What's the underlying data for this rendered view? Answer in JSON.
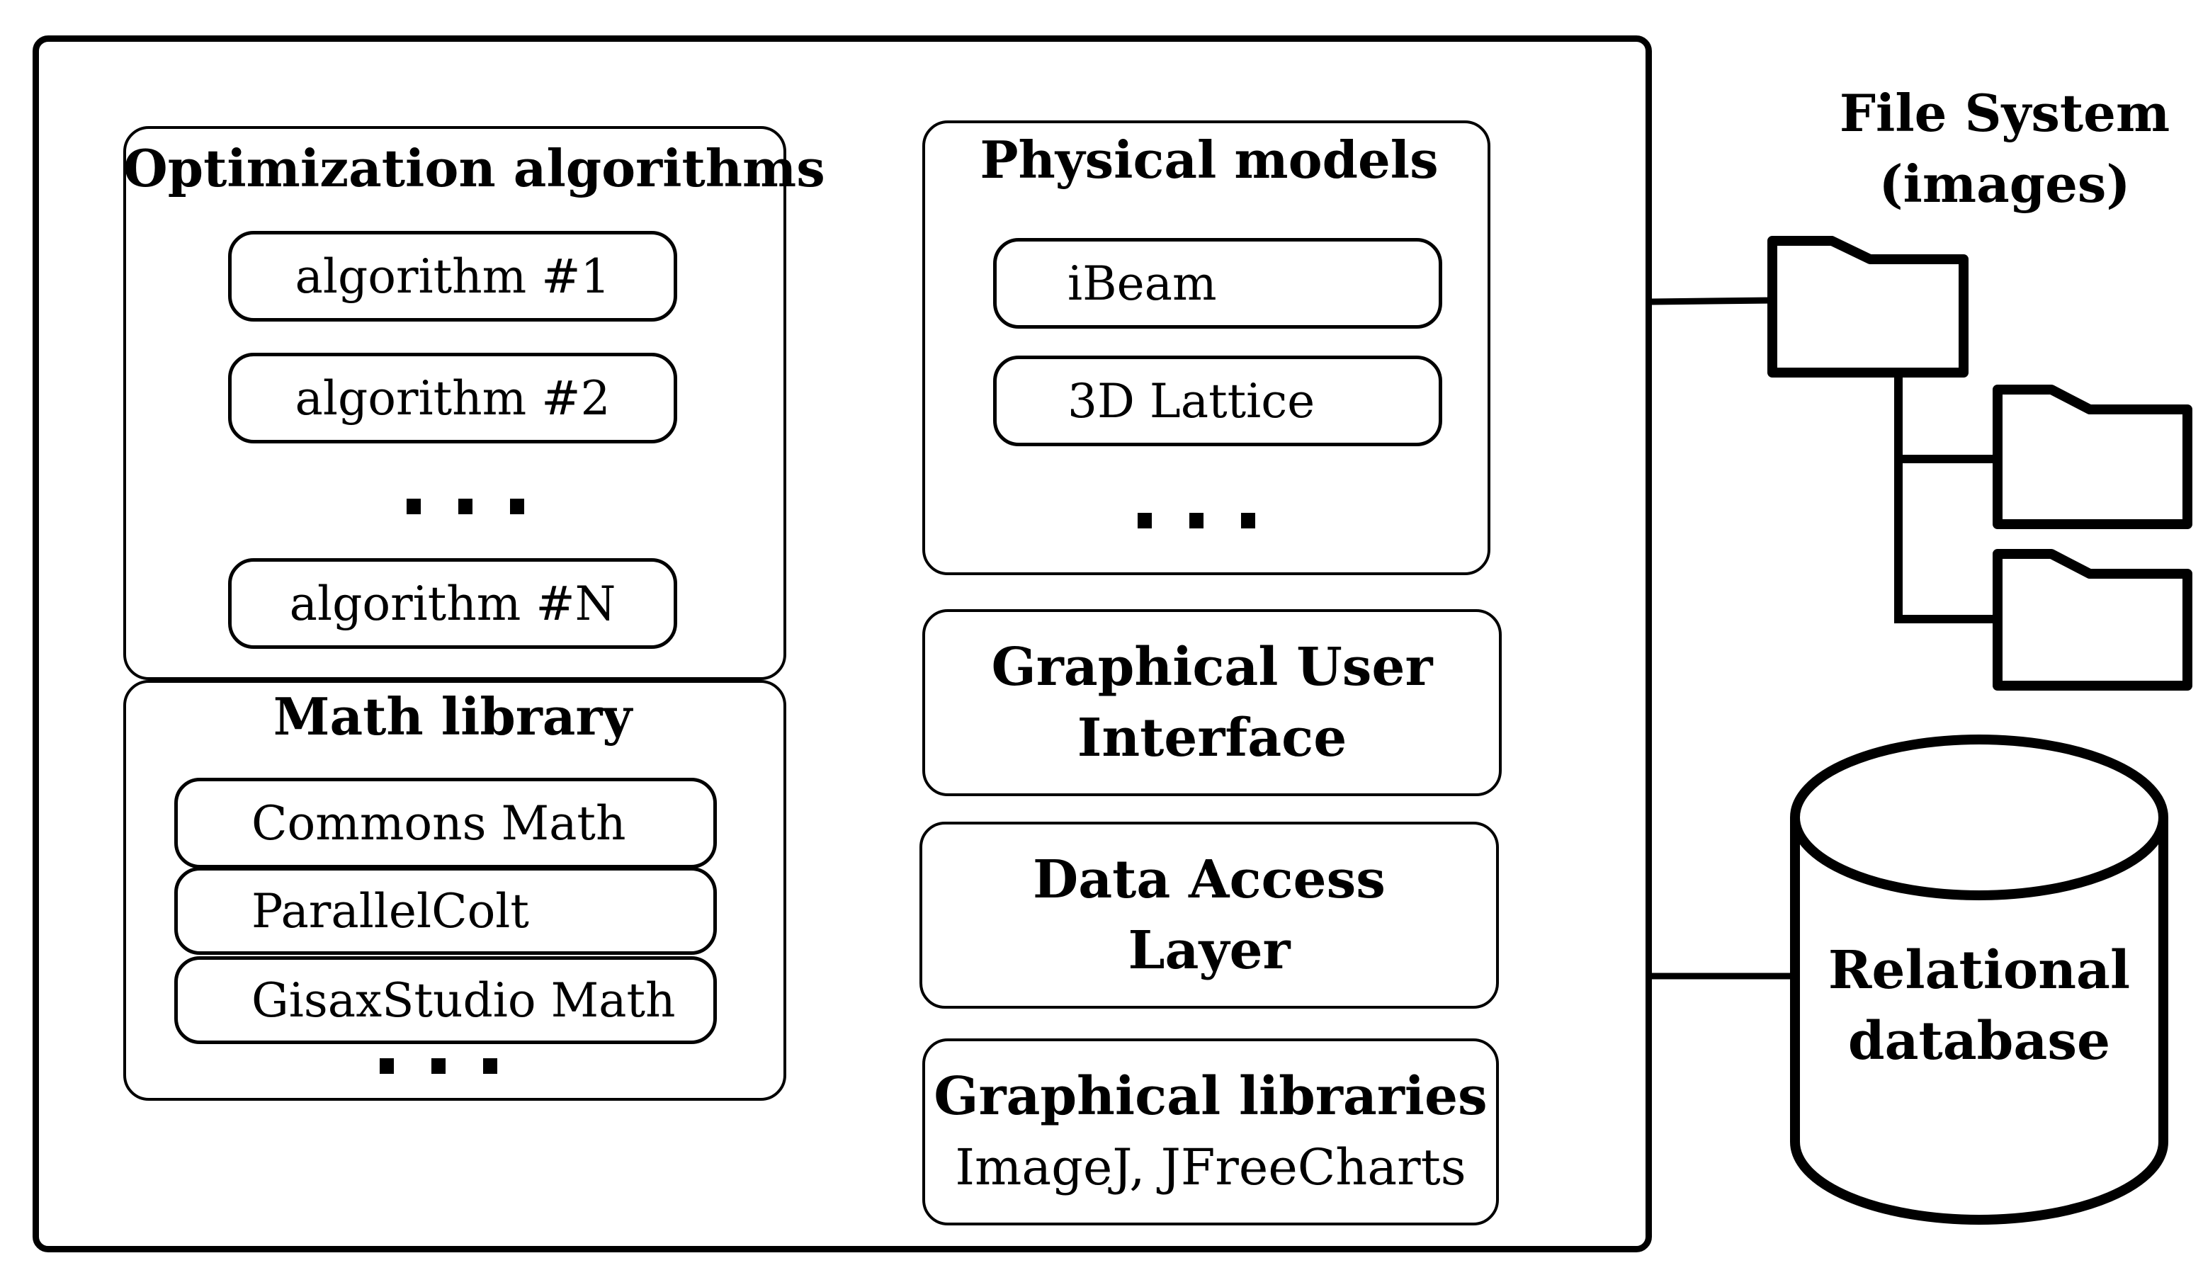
{
  "optimization": {
    "title": "Optimization algorithms",
    "items": [
      "algorithm #1",
      "algorithm #2",
      "algorithm #N"
    ]
  },
  "math": {
    "title": "Math library",
    "items": [
      "Commons Math",
      "ParallelColt",
      "GisaxStudio Math"
    ]
  },
  "physical": {
    "title": "Physical models",
    "items": [
      "iBeam",
      "3D Lattice"
    ]
  },
  "gui": {
    "line1": "Graphical User",
    "line2": "Interface"
  },
  "dal": {
    "line1": "Data Access",
    "line2": "Layer"
  },
  "graphics": {
    "title": "Graphical libraries",
    "subtitle": "ImageJ, JFreeCharts"
  },
  "filesystem": {
    "line1": "File System",
    "line2": "(images)"
  },
  "database": {
    "line1": "Relational",
    "line2": "database"
  }
}
